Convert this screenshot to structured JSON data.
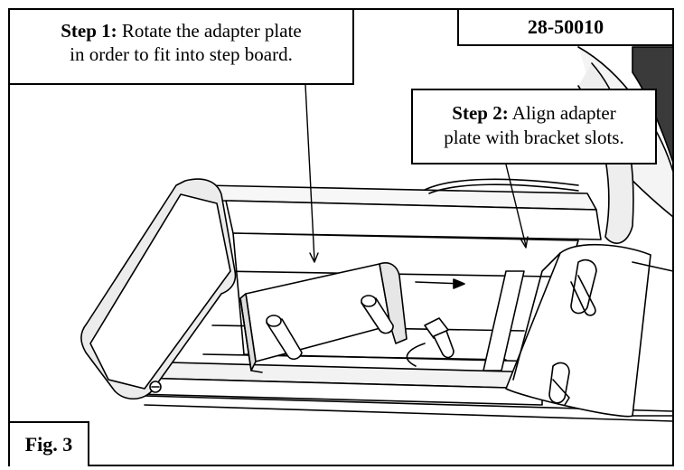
{
  "part_number": "28-50010",
  "figure_label": "Fig. 3",
  "step1": {
    "label": "Step 1:",
    "line1_rest": " Rotate the adapter plate",
    "line2": "in order to fit into step board."
  },
  "step2": {
    "label": "Step 2:",
    "line1_rest": " Align adapter",
    "line2": "plate with bracket slots."
  },
  "icons": [
    "adapter-plate",
    "bolt",
    "bracket",
    "step-board",
    "arrow-right"
  ]
}
